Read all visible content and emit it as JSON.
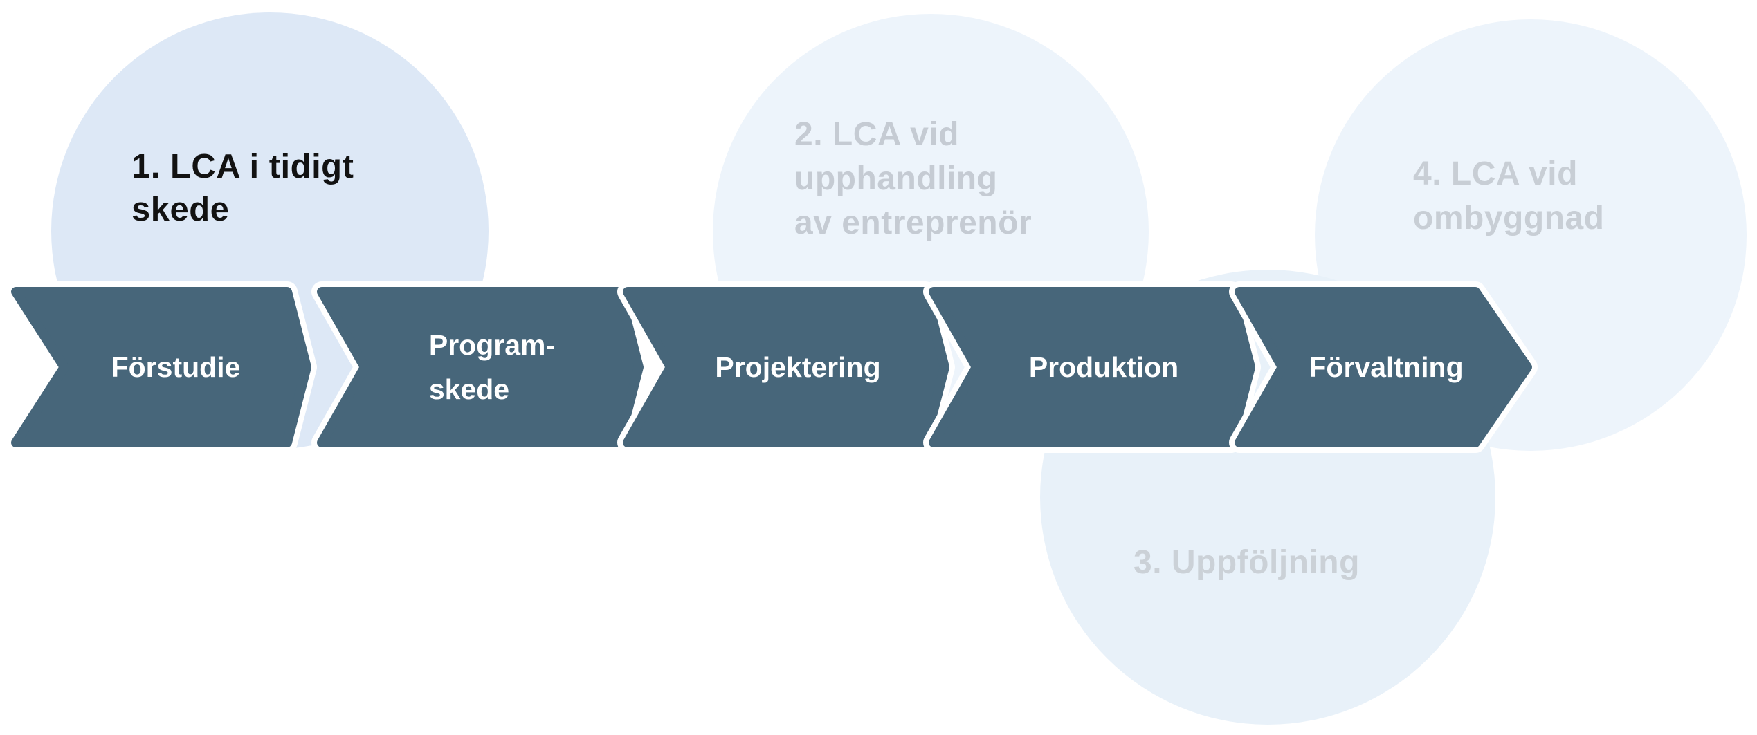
{
  "colors": {
    "chevron": "#47667a",
    "chevron_text": "#ffffff",
    "rim": "#ffffff",
    "circle1": "#dde8f6",
    "circle2": "#edf4fb",
    "circle3": "#e8f1f9",
    "circle4": "#edf4fb",
    "label_active": "#121212",
    "label_inactive2": "#c5cbd3",
    "label_inactive3": "#cbd1d7",
    "label_inactive4": "#c8ced5"
  },
  "stages": {
    "stage1": {
      "label": "1. LCA i tidigt\nskede",
      "state": "active"
    },
    "stage2": {
      "label": "2. LCA vid\nupphandling\nav entreprenör",
      "state": "inactive"
    },
    "stage3": {
      "label": "3. Uppföljning",
      "state": "inactive"
    },
    "stage4": {
      "label": "4. LCA vid\nombyggnad",
      "state": "inactive"
    }
  },
  "phases": [
    {
      "label": "Förstudie"
    },
    {
      "label": "Program-\nskede"
    },
    {
      "label": "Projektering"
    },
    {
      "label": "Produktion"
    },
    {
      "label": "Förvaltning"
    }
  ]
}
